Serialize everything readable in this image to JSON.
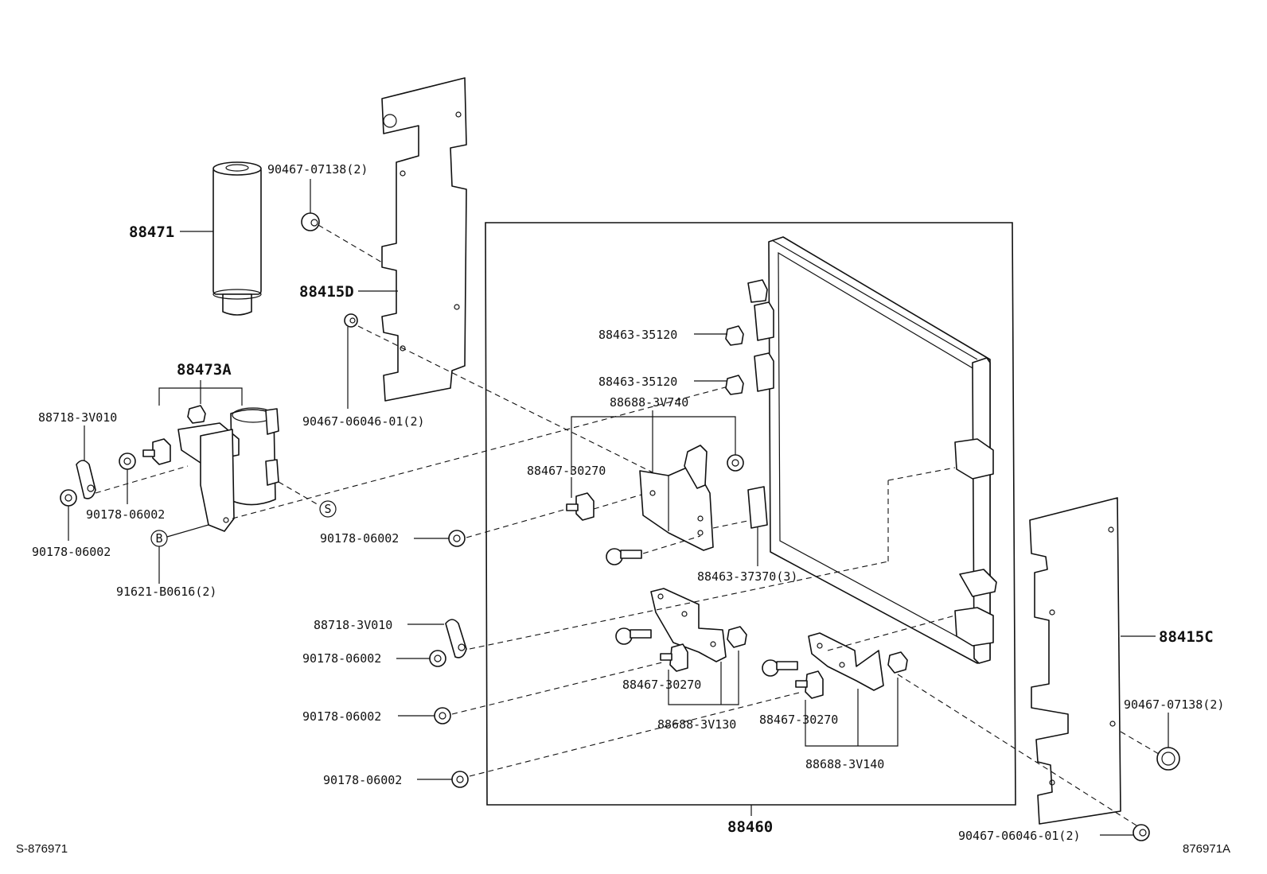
{
  "labels": {
    "p88471": "88471",
    "p88415D": "88415D",
    "p88473A": "88473A",
    "p90467_07138_top": "90467-07138(2)",
    "p90467_06046_top": "90467-06046-01(2)",
    "p88718_top": "88718-3V010",
    "p90178_a": "90178-06002",
    "p90178_b": "90178-06002",
    "p91621": "91621-B0616(2)",
    "p88463_35120_a": "88463-35120",
    "p88463_35120_b": "88463-35120",
    "p88688_3V740": "88688-3V740",
    "p88467_30270_a": "88467-30270",
    "p90178_c": "90178-06002",
    "p88463_37370": "88463-37370(3)",
    "p88718_bot": "88718-3V010",
    "p90178_d": "90178-06002",
    "p90178_e": "90178-06002",
    "p90178_f": "90178-06002",
    "p88467_30270_b": "88467-30270",
    "p88688_3V130": "88688-3V130",
    "p88467_30270_c": "88467-30270",
    "p88688_3V140": "88688-3V140",
    "p88415C": "88415C",
    "p90467_07138_right": "90467-07138(2)",
    "p90467_06046_bot": "90467-06046-01(2)",
    "p88460": "88460",
    "marker_s": "S",
    "marker_b": "B"
  },
  "footer": {
    "left": "S-876971",
    "right": "876971A"
  }
}
